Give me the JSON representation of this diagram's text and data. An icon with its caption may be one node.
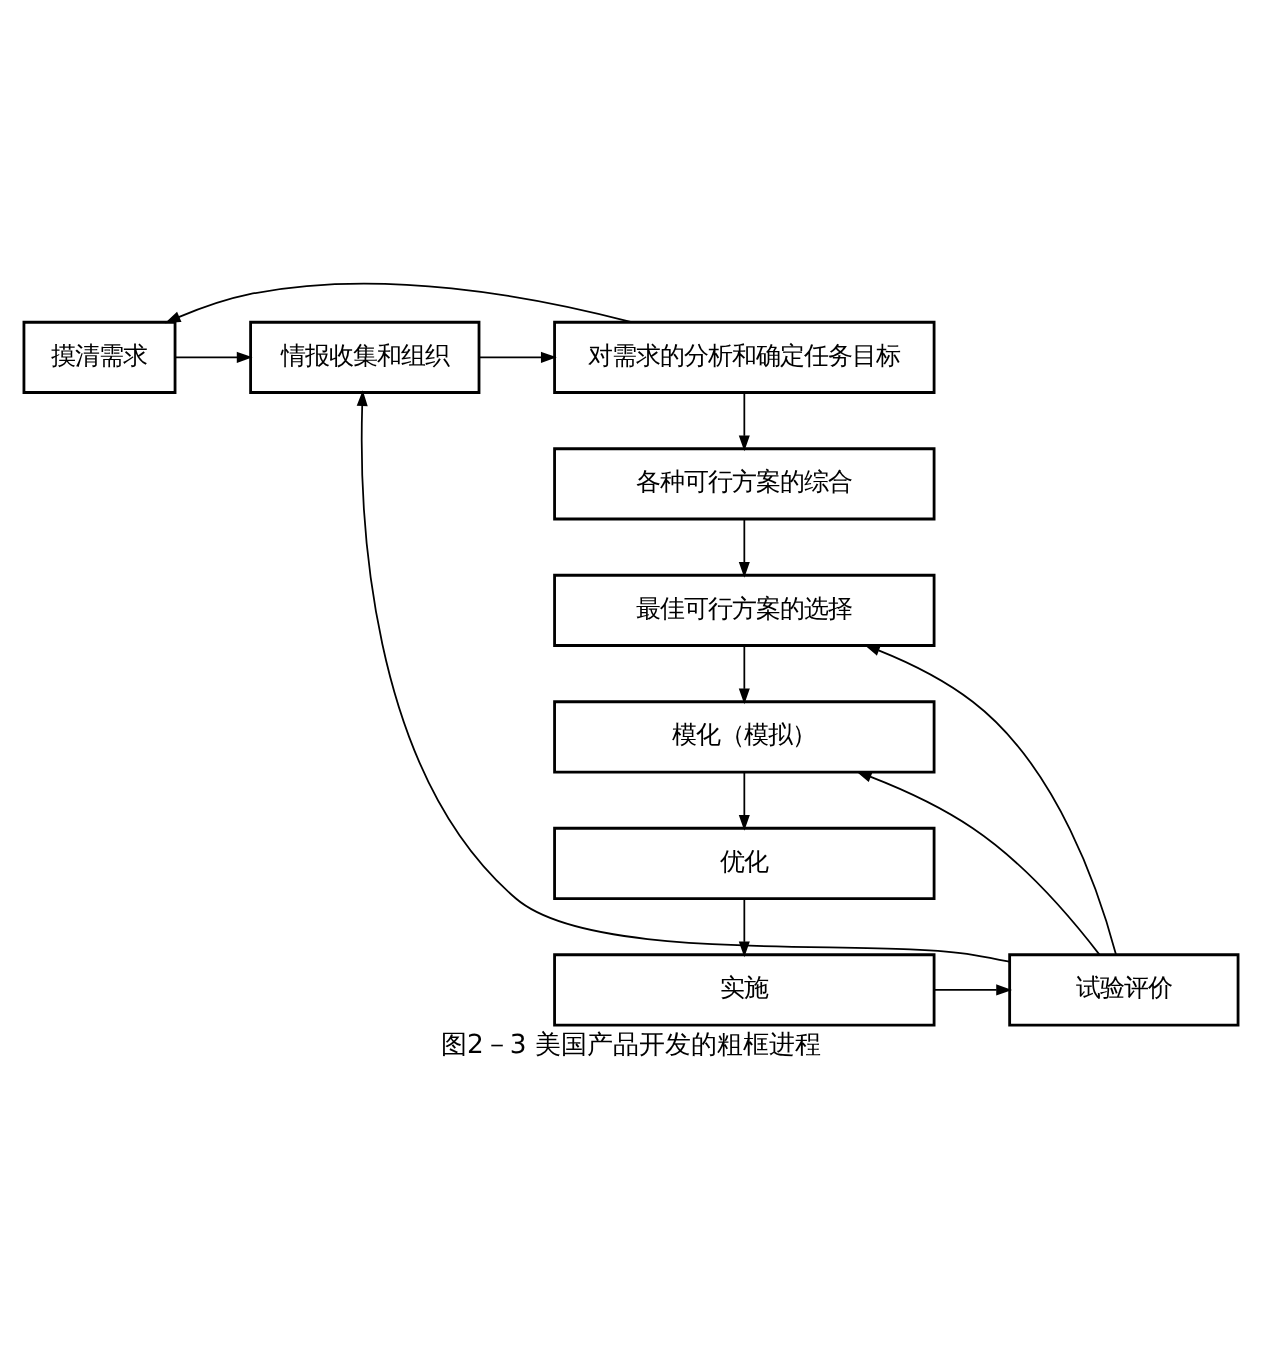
{
  "diagram": {
    "caption": "图2－3 美国产品开发的粗框进程",
    "nodes": [
      {
        "text": [
          "摸清需求"
        ]
      },
      {
        "text": [
          "情报收集和组织"
        ]
      },
      {
        "text": [
          "对需求的分析和确定任务目标"
        ]
      },
      {
        "text": [
          "各种可行方案的综合"
        ]
      },
      {
        "text": [
          "最佳可行方案的选择"
        ]
      },
      {
        "text": [
          "模化（模拟）"
        ]
      },
      {
        "text": [
          "优化"
        ]
      },
      {
        "text": [
          "实施"
        ]
      },
      {
        "text": [
          "试验评价"
        ]
      }
    ],
    "edges": [
      {
        "from": 0,
        "to": 1,
        "arrow": "to"
      },
      {
        "from": 1,
        "to": 2,
        "arrow": "to"
      },
      {
        "from": 2,
        "to": 0,
        "arrow": "to"
      },
      {
        "from": 2,
        "to": 3,
        "arrow": "to"
      },
      {
        "from": 3,
        "to": 4,
        "arrow": "to"
      },
      {
        "from": 4,
        "to": 5,
        "arrow": "to"
      },
      {
        "from": 5,
        "to": 6,
        "arrow": "to"
      },
      {
        "from": 6,
        "to": 7,
        "arrow": "to"
      },
      {
        "from": 7,
        "to": 8,
        "arrow": "to"
      },
      {
        "from": 8,
        "to": 1,
        "arrow": "to"
      },
      {
        "from": 8,
        "to": 4,
        "arrow": "to"
      },
      {
        "from": 8,
        "to": 5,
        "arrow": "to"
      }
    ]
  }
}
